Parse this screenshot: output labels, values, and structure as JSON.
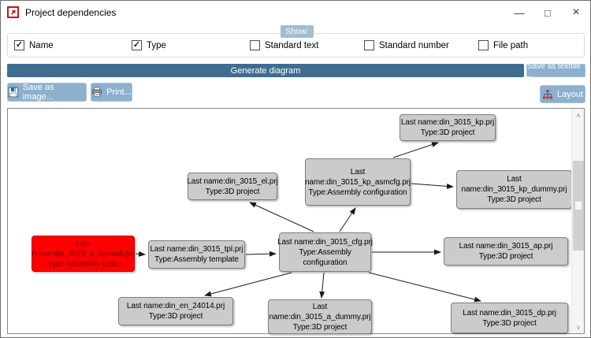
{
  "window": {
    "title": "Project dependencies",
    "minimize_glyph": "—",
    "maximize_glyph": "□",
    "close_glyph": "×"
  },
  "show_panel": {
    "tab_label": "Show:",
    "checkboxes": [
      {
        "label": "Name",
        "checked": true,
        "mark": "✓"
      },
      {
        "label": "Type",
        "checked": true,
        "mark": "✓"
      },
      {
        "label": "Standard text",
        "checked": false,
        "mark": ""
      },
      {
        "label": "Standard number",
        "checked": false,
        "mark": ""
      },
      {
        "label": "File path",
        "checked": false,
        "mark": ""
      }
    ]
  },
  "toolbar": {
    "generate_label": "Generate diagram",
    "save_textfile_label": "Save as textfile ...",
    "save_image_label": "Save as image...",
    "print_label": "Print...",
    "layout_label": "Layout"
  },
  "icons": {
    "app_icon": "red-arrow-square",
    "save_image_icon": "floppy-disk",
    "print_icon": "printer",
    "layout_icon": "org-chart"
  },
  "colors": {
    "accent_dark": "#3e6d90",
    "accent_light": "#8cb0cd",
    "show_tab": "#a2bdd2",
    "node_bg": "#cbcbcb",
    "node_border": "#7f7f7f",
    "highlight_bg": "#ff0000",
    "highlight_text": "#7b0000",
    "edge": "#1a1a1a"
  },
  "diagram": {
    "scrollbar": {
      "up_glyph": "∧",
      "down_glyph": "∨"
    },
    "nodes": [
      {
        "id": "din_3015_kp.prj",
        "type": "3D project",
        "highlighted": false,
        "lines": [
          "Last name:din_3015_kp.prj",
          "Type:3D project",
          ""
        ]
      },
      {
        "id": "din_3015_kp_asmcfg.prj",
        "type": "Assembly configuration",
        "highlighted": false,
        "lines": [
          "Last",
          "name:din_3015_kp_asmcfg.prj",
          "Type:Assembly configuration"
        ]
      },
      {
        "id": "din_3015_kp_dummy.prj",
        "type": "3D project",
        "highlighted": false,
        "lines": [
          "Last",
          "name:din_3015_kp_dummy.prj",
          "Type:3D project"
        ]
      },
      {
        "id": "din_3015_el.prj",
        "type": "3D project",
        "highlighted": false,
        "lines": [
          "Last name:din_3015_el.prj",
          "Type:3D project",
          ""
        ]
      },
      {
        "id": "din_3015_a_asmtab.prj",
        "type": "Assembly table",
        "highlighted": true,
        "lines": [
          "Last",
          "name:din_3015_a_asmtab.prj",
          "Type:Assembly table"
        ]
      },
      {
        "id": "din_3015_tpl.prj",
        "type": "Assembly template",
        "highlighted": false,
        "lines": [
          "Last name:din_3015_tpl.prj",
          "Type:Assembly template",
          ""
        ]
      },
      {
        "id": "din_3015_cfg.prj",
        "type": "Assembly configuration",
        "highlighted": false,
        "lines": [
          "Last name:din_3015_cfg.prj",
          "Type:Assembly",
          "configuration"
        ]
      },
      {
        "id": "din_3015_ap.prj",
        "type": "3D project",
        "highlighted": false,
        "lines": [
          "Last name:din_3015_ap.prj",
          "Type:3D project",
          ""
        ]
      },
      {
        "id": "din_en_24014.prj",
        "type": "3D project",
        "highlighted": false,
        "lines": [
          "Last name:din_en_24014.prj",
          "Type:3D project",
          ""
        ]
      },
      {
        "id": "din_3015_a_dummy.prj",
        "type": "3D project",
        "highlighted": false,
        "lines": [
          "Last",
          "name:din_3015_a_dummy.prj",
          "Type:3D project"
        ]
      },
      {
        "id": "din_3015_dp.prj",
        "type": "3D project",
        "highlighted": false,
        "lines": [
          "Last name:din_3015_dp.prj",
          "Type:3D project",
          ""
        ]
      }
    ],
    "edges": [
      {
        "from": "din_3015_a_asmtab.prj",
        "to": "din_3015_tpl.prj"
      },
      {
        "from": "din_3015_tpl.prj",
        "to": "din_3015_cfg.prj"
      },
      {
        "from": "din_3015_cfg.prj",
        "to": "din_3015_el.prj"
      },
      {
        "from": "din_3015_cfg.prj",
        "to": "din_3015_kp_asmcfg.prj"
      },
      {
        "from": "din_3015_kp_asmcfg.prj",
        "to": "din_3015_kp.prj"
      },
      {
        "from": "din_3015_kp_asmcfg.prj",
        "to": "din_3015_kp_dummy.prj"
      },
      {
        "from": "din_3015_cfg.prj",
        "to": "din_3015_ap.prj"
      },
      {
        "from": "din_3015_cfg.prj",
        "to": "din_en_24014.prj"
      },
      {
        "from": "din_3015_cfg.prj",
        "to": "din_3015_a_dummy.prj"
      },
      {
        "from": "din_3015_cfg.prj",
        "to": "din_3015_dp.prj"
      }
    ]
  }
}
